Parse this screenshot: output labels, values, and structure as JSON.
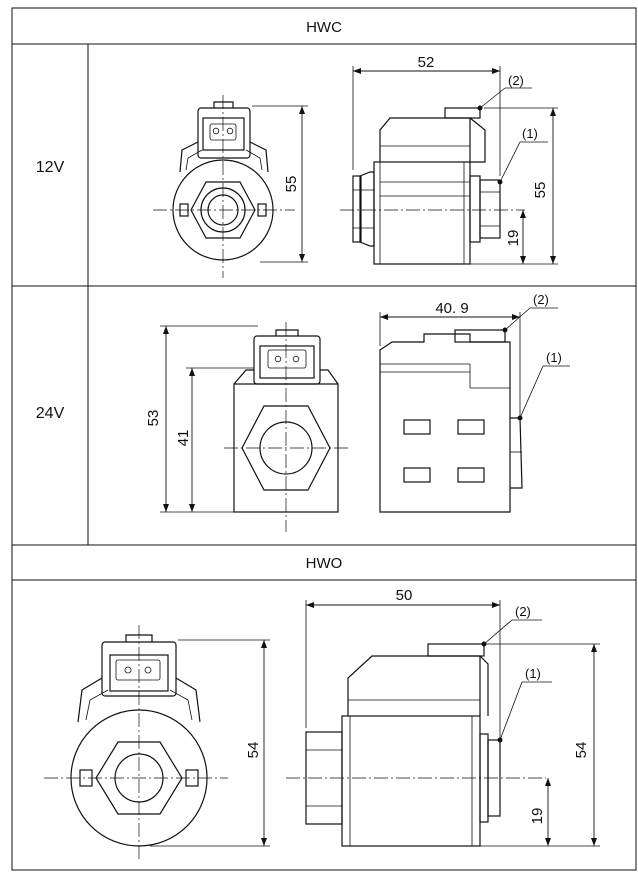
{
  "table": {
    "section_hwc": "HWC",
    "section_hwo": "HWO",
    "row_12v": "12V",
    "row_24v": "24V"
  },
  "hwc_12v": {
    "front_height": "55",
    "side_length": "52",
    "side_height": "55",
    "side_axis_height": "19",
    "callout_1": "(1)",
    "callout_2": "(2)"
  },
  "hwc_24v": {
    "front_height_total": "53",
    "front_height_body": "41",
    "side_length": "40. 9",
    "callout_1": "(1)",
    "callout_2": "(2)"
  },
  "hwo": {
    "front_height": "54",
    "side_length": "50",
    "side_height": "54",
    "side_axis_height": "19",
    "callout_1": "(1)",
    "callout_2": "(2)"
  }
}
